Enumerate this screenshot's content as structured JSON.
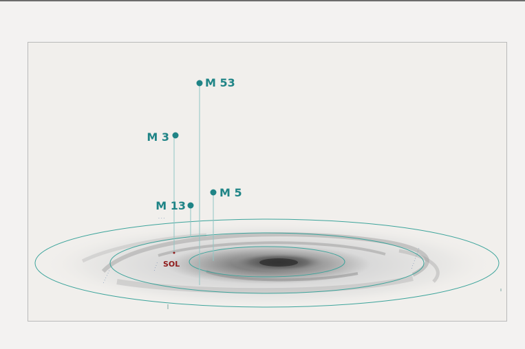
{
  "clusters": [
    {
      "name": "M 53"
    },
    {
      "name": "M 3"
    },
    {
      "name": "M 5"
    },
    {
      "name": "M 13"
    }
  ],
  "sun": {
    "label": "SOL"
  },
  "colors": {
    "cluster": "#1f8486",
    "sun": "#8f1a1a",
    "ring": "#3aa39a",
    "arm_label": "#4a6fa0"
  },
  "icons": [
    "globular-cluster-icon"
  ]
}
